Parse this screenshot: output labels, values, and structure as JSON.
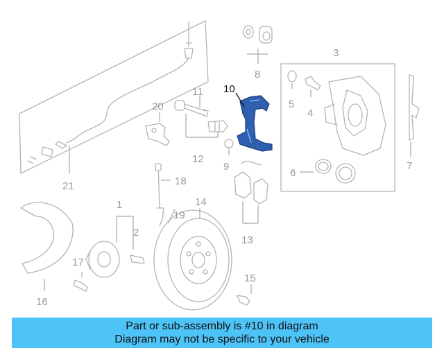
{
  "callouts": [
    "1",
    "2",
    "3",
    "4",
    "5",
    "6",
    "7",
    "8",
    "9",
    "10",
    "11",
    "12",
    "13",
    "14",
    "15",
    "16",
    "17",
    "18",
    "19",
    "20",
    "21"
  ],
  "highlighted_part": "10",
  "colors": {
    "highlight": "#2f5fb0",
    "banner": "#4ec3f7",
    "linework": "#b3b3b3",
    "label": "#9a9a9a"
  },
  "banner": {
    "line1": "Part or sub-assembly is #10 in diagram",
    "line2": "Diagram may not be specific to your vehicle"
  }
}
